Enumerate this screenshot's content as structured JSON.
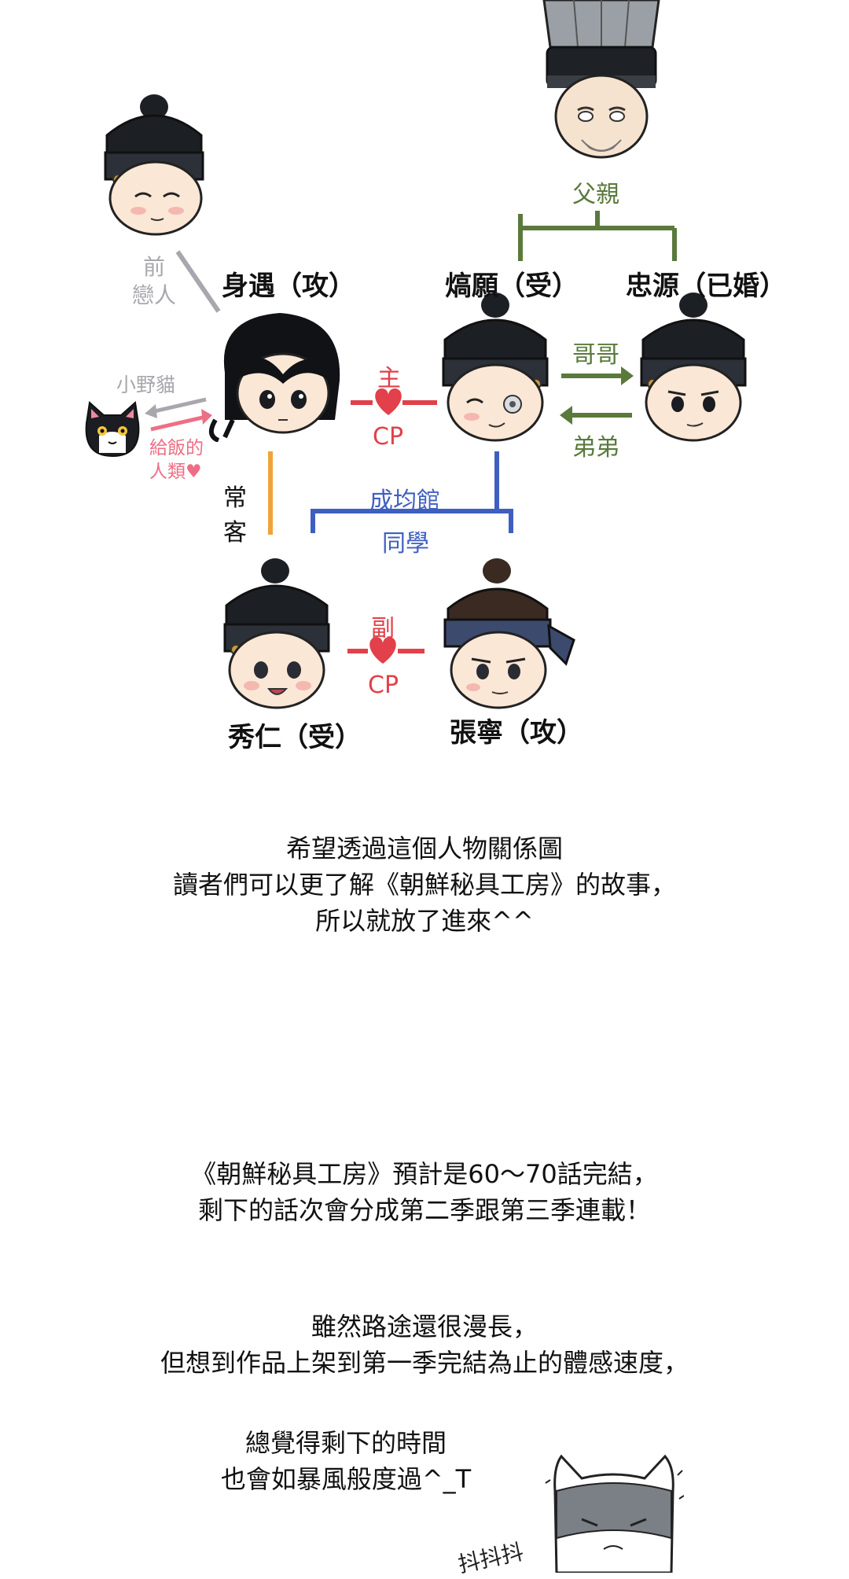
{
  "characters": {
    "shenyu": "身遇（攻）",
    "haoyuan": "熇願（受）",
    "zhongyuan": "忠源（已婚）",
    "xiuren": "秀仁（受）",
    "zhangning": "張寧（攻）"
  },
  "relations": {
    "father": "父親",
    "ex_line1": "前",
    "ex_line2": "戀人",
    "stray_cat": "小野貓",
    "feeder_line1": "給飯的",
    "feeder_line2": "人類♥",
    "main_line1": "主",
    "main_line2": "CP",
    "older_brother": "哥哥",
    "younger_brother": "弟弟",
    "regular_line1": "常",
    "regular_line2": "客",
    "classmates_line1": "成均館",
    "classmates_line2": "同學",
    "sub_line1": "副",
    "sub_line2": "CP"
  },
  "colors": {
    "red": "#e2404a",
    "green": "#5a7a3c",
    "blue": "#3f5fc0",
    "orange": "#f0a33a",
    "gray": "#a7a7ad",
    "pink": "#ee6e86"
  },
  "text": {
    "p1_l1": "希望透過這個人物關係圖",
    "p1_l2": "讀者們可以更了解《朝鮮秘具工房》的故事，",
    "p1_l3": "所以就放了進來^^",
    "p2_l1": "《朝鮮秘具工房》預計是60～70話完結，",
    "p2_l2": "剩下的話次會分成第二季跟第三季連載！",
    "p3_l1": "雖然路途還很漫長，",
    "p3_l2": "但想到作品上架到第一季完結為止的體感速度，",
    "p4_l1": "總覺得剩下的時間",
    "p4_l2": "也會如暴風般度過^_T",
    "shake": "抖抖抖"
  }
}
